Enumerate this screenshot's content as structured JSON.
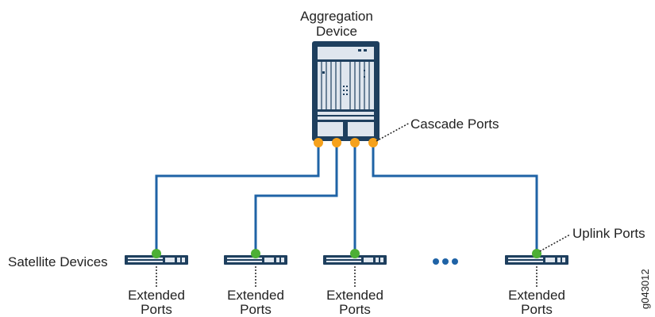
{
  "aggregation_device": {
    "label_line1": "Aggregation",
    "label_line2": "Device"
  },
  "labels": {
    "cascade_ports": "Cascade Ports",
    "uplink_ports": "Uplink Ports",
    "satellite_devices": "Satellite Devices",
    "extended_ports_line1": "Extended",
    "extended_ports_line2": "Ports"
  },
  "figure_id": "g043012",
  "satellites": [
    {
      "extended_line1": "Extended",
      "extended_line2": "Ports"
    },
    {
      "extended_line1": "Extended",
      "extended_line2": "Ports"
    },
    {
      "extended_line1": "Extended",
      "extended_line2": "Ports"
    },
    {
      "extended_line1": "Extended",
      "extended_line2": "Ports"
    }
  ],
  "colors": {
    "link": "#1f63a6",
    "port": "#f5a11c",
    "uplink_port": "#4caf35",
    "device_dark": "#1e3f5e",
    "device_light": "#dfe6ee",
    "ellipsis": "#1f63a6"
  }
}
